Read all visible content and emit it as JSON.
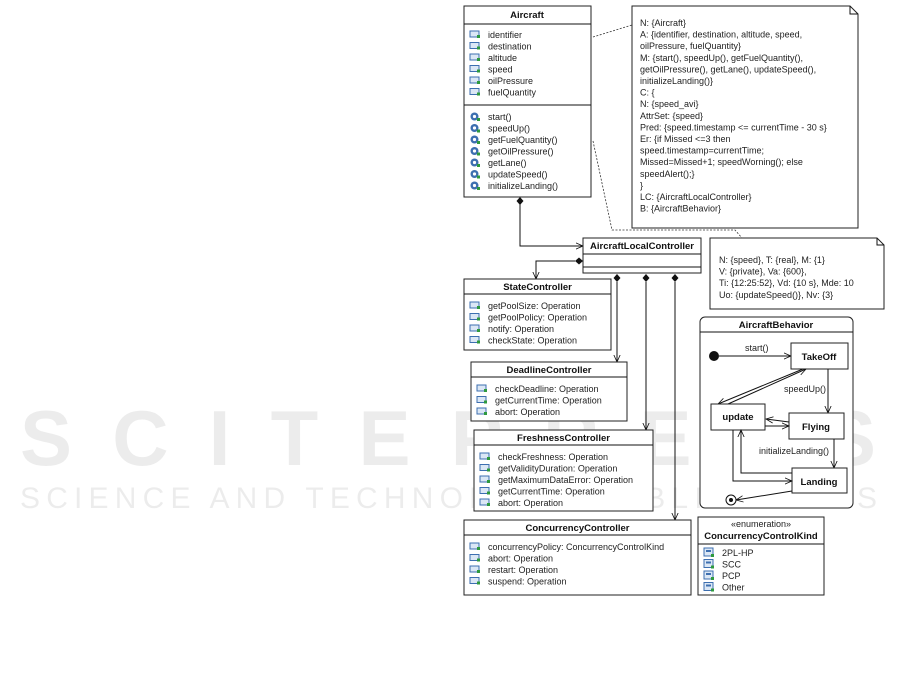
{
  "watermark": {
    "title": "SCITEPRESS",
    "subtitle": "SCIENCE AND TECHNOLOGY PUBLICATIONS"
  },
  "aircraft": {
    "name": "Aircraft",
    "attributes": [
      "identifier",
      "destination",
      "altitude",
      "speed",
      "oilPressure",
      "fuelQuantity"
    ],
    "methods": [
      "start()",
      "speedUp()",
      "getFuelQuantity()",
      "getOilPressure()",
      "getLane()",
      "updateSpeed()",
      "initializeLanding()"
    ]
  },
  "note1": {
    "lines": [
      "N: {Aircraft}",
      "A: {identifier, destination, altitude, speed,",
      "oilPressure, fuelQuantity}",
      "M: {start(), speedUp(), getFuelQuantity(),",
      "getOilPressure(), getLane(), updateSpeed(),",
      "initializeLanding()}",
      "C: {",
      "N: {speed_avi}",
      "AttrSet: {speed}",
      "Pred: {speed.timestamp <= currentTime - 30 s}",
      "Er: {if Missed <=3 then",
      "speed.timestamp=currentTime;",
      "Missed=Missed+1; speedWorning(); else",
      "speedAlert();}",
      "}",
      "LC: {AircraftLocalController}",
      "B: {AircraftBehavior}"
    ]
  },
  "local_controller": {
    "name": "AircraftLocalController"
  },
  "note2": {
    "lines": [
      "N: {speed}, T: {real}, M: {1}",
      "V: {private}, Va: {600},",
      "Ti: {12:25:52}, Vd: {10 s}, Mde: 10",
      "Uo: {updateSpeed()}, Nv: {3}"
    ]
  },
  "state_controller": {
    "name": "StateController",
    "items": [
      "getPoolSize: Operation",
      "getPoolPolicy: Operation",
      "notify: Operation",
      "checkState: Operation"
    ]
  },
  "deadline_controller": {
    "name": "DeadlineController",
    "items": [
      "checkDeadline: Operation",
      "getCurrentTime: Operation",
      "abort: Operation"
    ]
  },
  "freshness_controller": {
    "name": "FreshnessController",
    "items": [
      "checkFreshness: Operation",
      "getValidityDuration: Operation",
      "getMaximumDataError: Operation",
      "getCurrentTime: Operation",
      "abort: Operation"
    ]
  },
  "concurrency_controller": {
    "name": "ConcurrencyController",
    "items": [
      "concurrencyPolicy: ConcurrencyControlKind",
      "abort: Operation",
      "restart: Operation",
      "suspend: Operation"
    ]
  },
  "behavior": {
    "name": "AircraftBehavior",
    "states": {
      "takeoff": "TakeOff",
      "update": "update",
      "flying": "Flying",
      "landing": "Landing"
    },
    "transitions": {
      "start": "start()",
      "speedup": "speedUp()",
      "init_landing": "initializeLanding()"
    }
  },
  "enumeration": {
    "stereotype": "«enumeration»",
    "name": "ConcurrencyControlKind",
    "literals": [
      "2PL-HP",
      "SCC",
      "PCP",
      "Other"
    ]
  }
}
